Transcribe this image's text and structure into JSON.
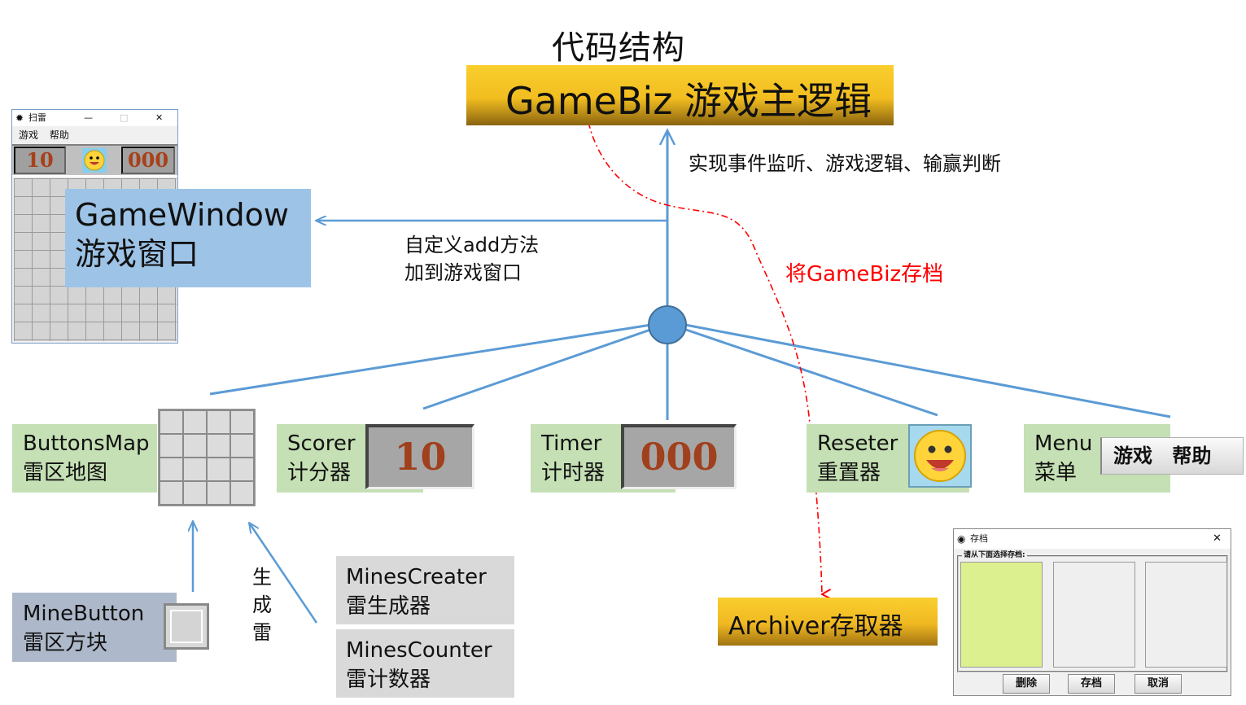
{
  "title": "代码结构",
  "nodes": {
    "gamebiz": "GameBiz 游戏主逻辑",
    "gamewindow": [
      "GameWindow",
      "游戏窗口"
    ],
    "buttonsmap": [
      "ButtonsMap",
      "雷区地图"
    ],
    "scorer": [
      "Scorer",
      "计分器"
    ],
    "timer": [
      "Timer",
      "计时器"
    ],
    "reseter": [
      "Reseter",
      "重置器"
    ],
    "menu": [
      "Menu",
      "菜单"
    ],
    "minebutton": [
      "MineButton",
      "雷区方块"
    ],
    "minescreater": [
      "MinesCreater",
      "雷生成器"
    ],
    "minescounter": [
      "MinesCounter",
      "雷计数器"
    ],
    "archiver": "Archiver存取器"
  },
  "annotations": {
    "events": "实现事件监听、游戏逻辑、输赢判断",
    "add_method": [
      "自定义add方法",
      "加到游戏窗口"
    ],
    "save": "将GameBiz存档",
    "generate": [
      "生",
      "成",
      "雷"
    ]
  },
  "minesweeper_window": {
    "title": "扫雷",
    "menu": [
      "游戏",
      "帮助"
    ],
    "mine_count": "10",
    "timer": "000"
  },
  "widgets": {
    "score_display": "10",
    "timer_display": "000",
    "menu_items": [
      "游戏",
      "帮助"
    ]
  },
  "archive_dialog": {
    "title": "存档",
    "prompt": "请从下面选择存档:",
    "buttons": [
      "删除",
      "存档",
      "取消"
    ]
  },
  "colors": {
    "connector": "#5b9bd5",
    "hub": "#5b9bd5",
    "save_annotation": "#ff0000",
    "gamebiz_fill": "#f5c22a",
    "gamewindow_fill": "#9dc3e6",
    "component_fill": "#c5e0b4",
    "minebutton_fill": "#adb9ca",
    "mines_fill": "#d9d9d9",
    "selected_slot": "#ddf08f"
  },
  "icons": {
    "smiley": "smiley-face-icon",
    "grid": "grid-icon"
  }
}
